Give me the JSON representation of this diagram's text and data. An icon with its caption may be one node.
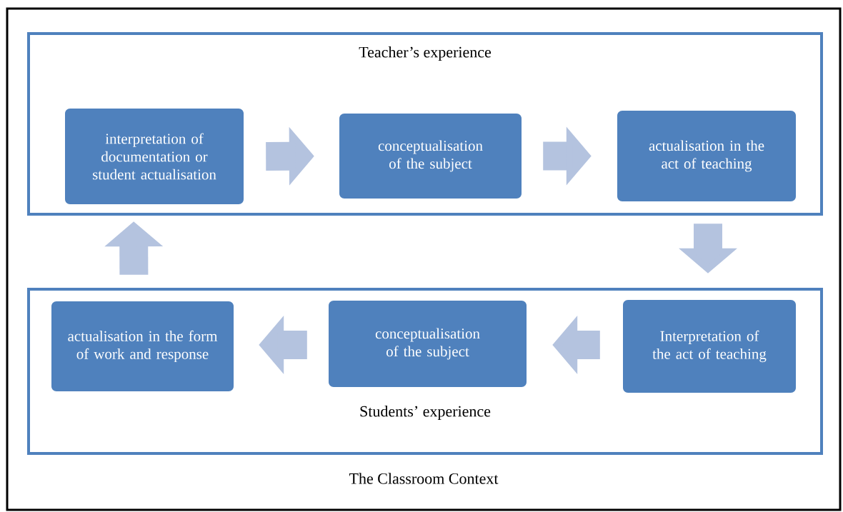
{
  "diagram": {
    "nodes": [
      {
        "text": [
          "The Classroom Context"
        ]
      },
      {
        "text": [
          "Teacher’s experience"
        ],
        "in": 0
      },
      {
        "text": [
          "interpretation of documentation or student actualisation"
        ],
        "in": 1
      },
      {
        "text": [
          "conceptualisation of the subject"
        ],
        "in": 1
      },
      {
        "text": [
          "actualisation in the act of teaching"
        ],
        "in": 1
      },
      {
        "text": [
          "Students’ experience"
        ],
        "in": 0
      },
      {
        "text": [
          "actualisation in the form of work and response"
        ],
        "in": 5
      },
      {
        "text": [
          "conceptualisation of the subject"
        ],
        "in": 5
      },
      {
        "text": [
          "Interpretation of the act of teaching"
        ],
        "in": 5
      }
    ],
    "edges": [
      {
        "from": 2,
        "to": 3,
        "arrow": "to"
      },
      {
        "from": 3,
        "to": 4,
        "arrow": "to"
      },
      {
        "from": 4,
        "to": 8,
        "arrow": "to"
      },
      {
        "from": 8,
        "to": 7,
        "arrow": "to"
      },
      {
        "from": 7,
        "to": 6,
        "arrow": "to"
      },
      {
        "from": 6,
        "to": 2,
        "arrow": "to"
      }
    ]
  }
}
